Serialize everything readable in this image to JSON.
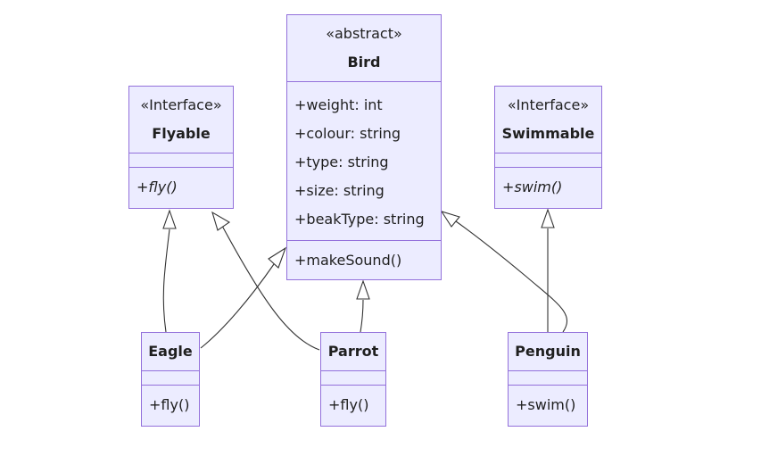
{
  "diagram": {
    "type": "uml-class-diagram",
    "colors": {
      "box_fill": "#ececff",
      "box_border": "#9370db",
      "edge": "#333333"
    },
    "classes": {
      "bird": {
        "stereotype": "«abstract»",
        "name": "Bird",
        "attributes": [
          "+weight: int",
          "+colour: string",
          "+type: string",
          "+size: string",
          "+beakType: string"
        ],
        "methods": [
          "+makeSound()"
        ]
      },
      "flyable": {
        "stereotype": "«Interface»",
        "name": "Flyable",
        "attributes": [],
        "methods": [
          "+fly()"
        ]
      },
      "swimmable": {
        "stereotype": "«Interface»",
        "name": "Swimmable",
        "attributes": [],
        "methods": [
          "+swim()"
        ]
      },
      "eagle": {
        "name": "Eagle",
        "attributes": [],
        "methods": [
          "+fly()"
        ]
      },
      "parrot": {
        "name": "Parrot",
        "attributes": [],
        "methods": [
          "+fly()"
        ]
      },
      "penguin": {
        "name": "Penguin",
        "attributes": [],
        "methods": [
          "+swim()"
        ]
      }
    },
    "relations": [
      {
        "from": "Eagle",
        "to": "Flyable",
        "kind": "realization"
      },
      {
        "from": "Parrot",
        "to": "Flyable",
        "kind": "realization"
      },
      {
        "from": "Eagle",
        "to": "Bird",
        "kind": "inheritance"
      },
      {
        "from": "Parrot",
        "to": "Bird",
        "kind": "inheritance"
      },
      {
        "from": "Penguin",
        "to": "Bird",
        "kind": "inheritance"
      },
      {
        "from": "Penguin",
        "to": "Swimmable",
        "kind": "realization"
      }
    ]
  }
}
